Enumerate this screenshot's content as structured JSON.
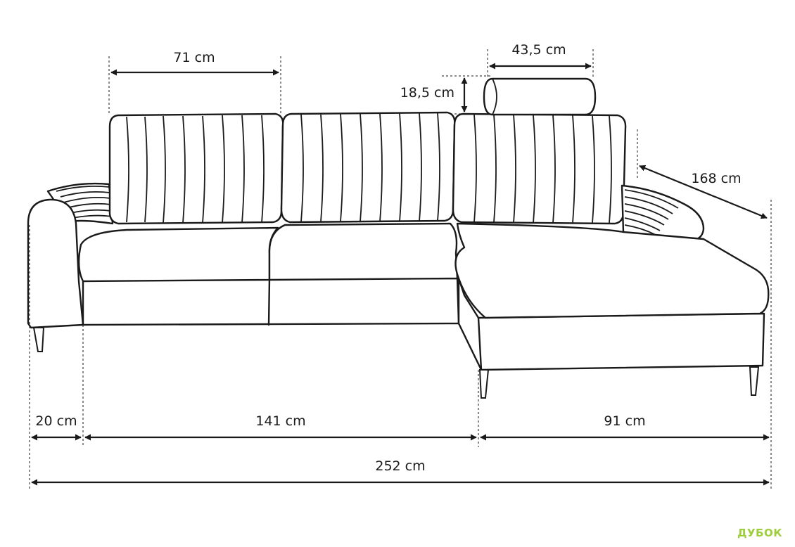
{
  "dimensions": {
    "backrest_width": "71 cm",
    "headrest_width": "43,5 cm",
    "headrest_height": "18,5 cm",
    "chaise_depth": "168 cm",
    "armrest_width": "20 cm",
    "main_section_width": "141 cm",
    "chaise_width": "91 cm",
    "total_width": "252 cm"
  },
  "brand": {
    "watermark": "ДУБОК",
    "color": "#9fce3d"
  }
}
